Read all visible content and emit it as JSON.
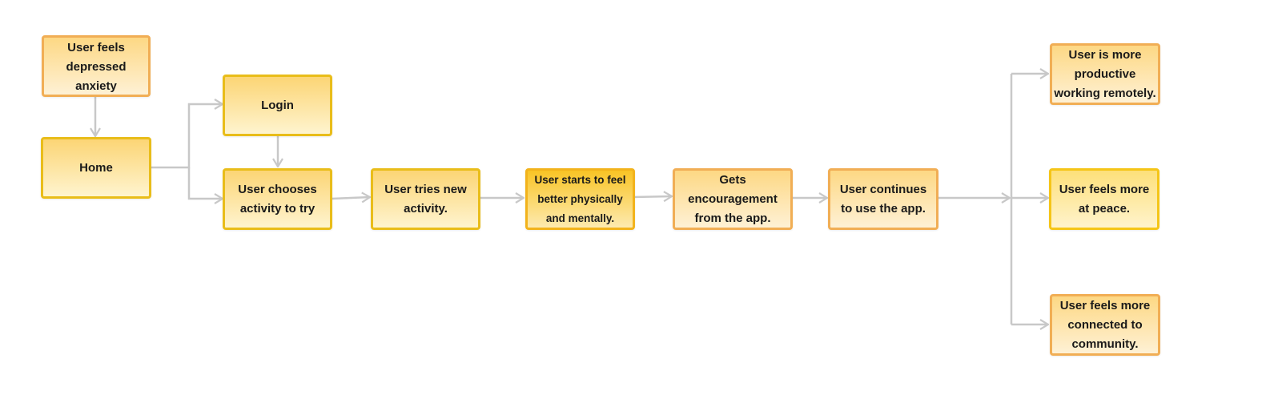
{
  "diagram": {
    "nodes": {
      "user_feels_depressed": "User feels depressed anxiety",
      "home": "Home",
      "login": "Login",
      "user_chooses_activity": "User chooses activity to try",
      "user_tries_new_activity": "User tries new activity.",
      "user_starts_to_feel_better": "User  starts to feel better physically and mentally.",
      "gets_encouragement": "Gets encouragement from the app.",
      "user_continues": "User continues to use the app.",
      "user_more_productive": "User is more productive working remotely.",
      "user_at_peace": "User feels more at peace.",
      "user_more_connected": "User feels more connected to community."
    },
    "edges": [
      {
        "from": "user_feels_depressed",
        "to": "home"
      },
      {
        "from": "home",
        "to": "login"
      },
      {
        "from": "home",
        "to": "user_chooses_activity"
      },
      {
        "from": "login",
        "to": "user_chooses_activity"
      },
      {
        "from": "user_chooses_activity",
        "to": "user_tries_new_activity"
      },
      {
        "from": "user_tries_new_activity",
        "to": "user_starts_to_feel_better"
      },
      {
        "from": "user_starts_to_feel_better",
        "to": "gets_encouragement"
      },
      {
        "from": "gets_encouragement",
        "to": "user_continues"
      },
      {
        "from": "user_continues",
        "to": "user_more_productive"
      },
      {
        "from": "user_continues",
        "to": "user_at_peace"
      },
      {
        "from": "user_continues",
        "to": "user_more_connected"
      }
    ],
    "colors": {
      "connector": "#c8c8c8",
      "border_yellow": "#e9bd1a",
      "border_orange": "#f1ae55",
      "fill_top": "#fcd575",
      "fill_bottom": "#fef4cf"
    }
  }
}
